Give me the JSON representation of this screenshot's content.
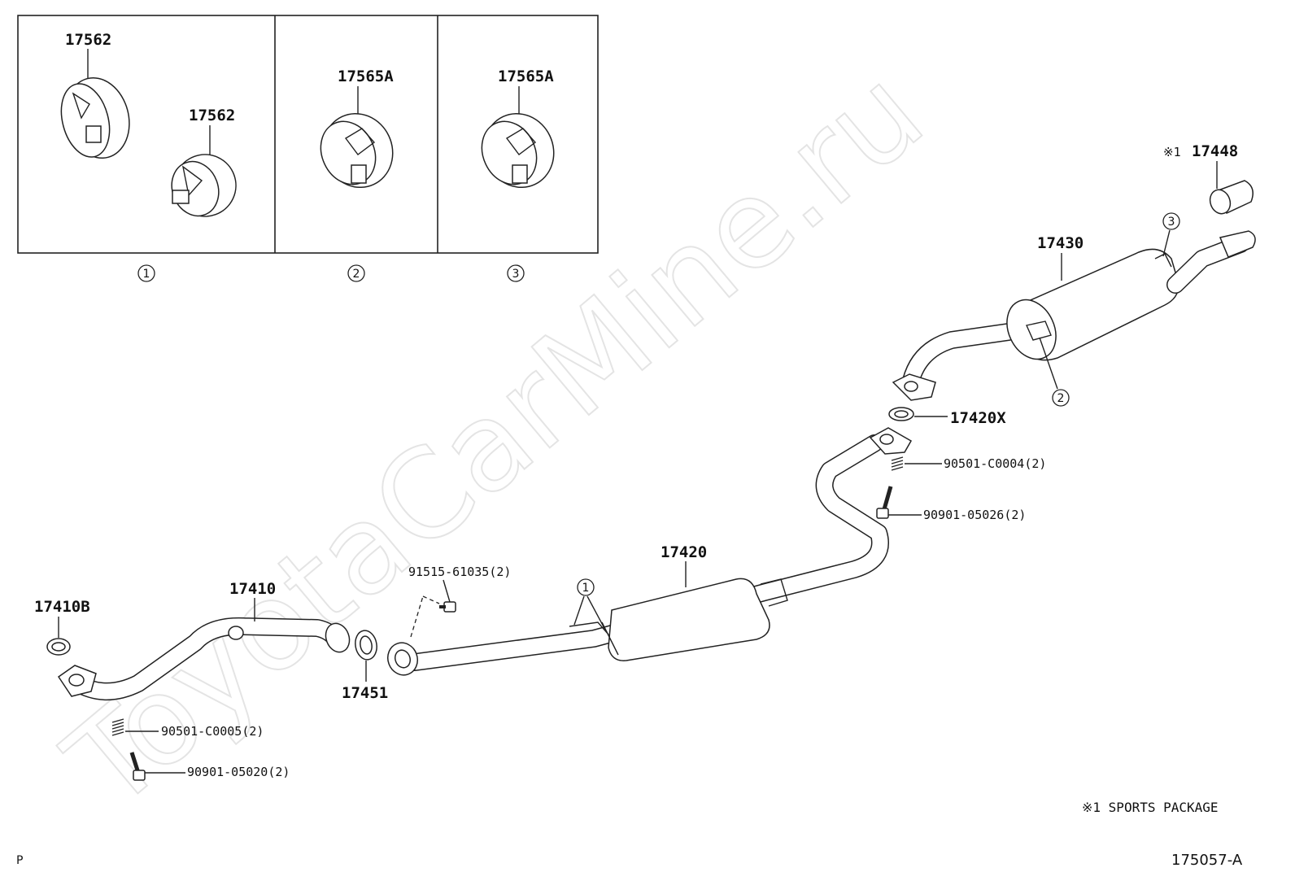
{
  "watermark": "ToyotaCarMine.ru",
  "inset": {
    "panels": [
      {
        "marker": "1",
        "parts": [
          "17562",
          "17562"
        ]
      },
      {
        "marker": "2",
        "parts": [
          "17565A"
        ]
      },
      {
        "marker": "3",
        "parts": [
          "17565A"
        ]
      }
    ]
  },
  "parts": {
    "p17410B": "17410B",
    "p17410": "17410",
    "p17451": "17451",
    "p17420": "17420",
    "p17420X": "17420X",
    "p17430": "17430",
    "p17448": "17448",
    "p17448_prefix": "※1",
    "b90501_C0005": "90501-C0005(2)",
    "b90901_05020": "90901-05020(2)",
    "b91515_61035": "91515-61035(2)",
    "b90501_C0004": "90501-C0004(2)",
    "b90901_05026": "90901-05026(2)"
  },
  "markers": {
    "hanger_17420": "1",
    "hanger_top_17430": "3",
    "hanger_bottom_17430": "2"
  },
  "footnote": "※1 SPORTS PACKAGE",
  "corner_left": "P",
  "diagram_code": "175057-A"
}
